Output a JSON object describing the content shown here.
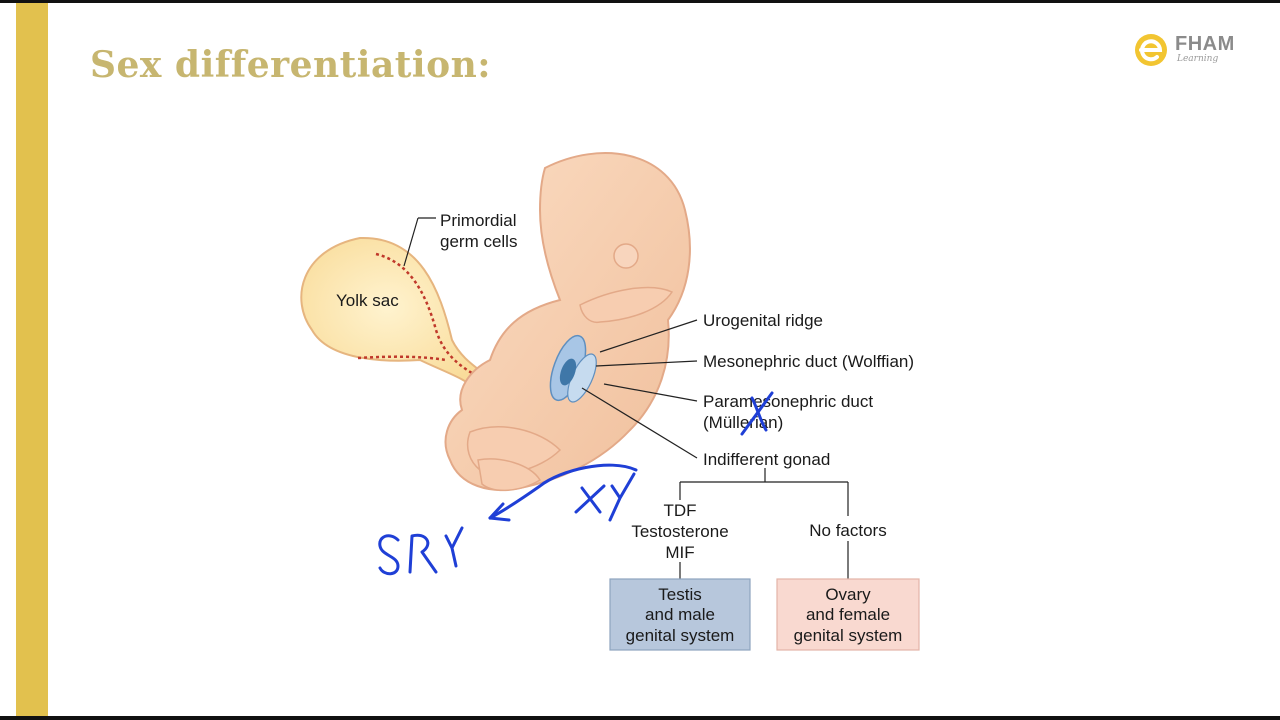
{
  "slide": {
    "title": "Sex differentiation:"
  },
  "logo": {
    "word": "FHAM",
    "sub": "Learning"
  },
  "diagram": {
    "yolk_sac": "Yolk sac",
    "primordial_1": "Primordial",
    "primordial_2": "germ cells",
    "urogenital": "Urogenital ridge",
    "mesonephric": "Mesonephric duct (Wolffian)",
    "paramesonephric_1": "Paramesonephric duct",
    "paramesonephric_2": "(Müllerian)",
    "indifferent": "Indifferent gonad",
    "male_factor_1": "TDF",
    "male_factor_2": "Testosterone",
    "male_factor_3": "MIF",
    "female_factor": "No factors",
    "male_box_1": "Testis",
    "male_box_2": "and male",
    "male_box_3": "genital system",
    "female_box_1": "Ovary",
    "female_box_2": "and female",
    "female_box_3": "genital system"
  },
  "colors": {
    "accent_bar": "#e2c14e",
    "title": "#c7b670",
    "embryo_skin": "#f6cfae",
    "yolk": "#fde8b4",
    "male_box": "#b7c7dc",
    "female_box": "#f9d9d0",
    "handwriting": "#1f3fd6"
  }
}
